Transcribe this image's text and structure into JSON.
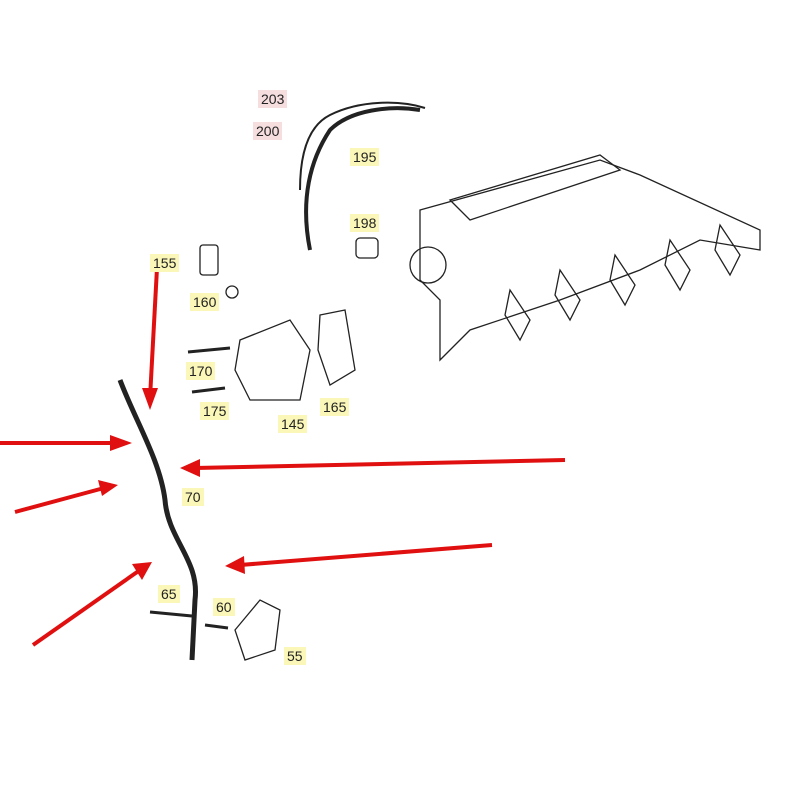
{
  "labels": {
    "l203": "203",
    "l200": "200",
    "l195": "195",
    "l198": "198",
    "l155": "155",
    "l160": "160",
    "l170": "170",
    "l175": "175",
    "l145": "145",
    "l165": "165",
    "l70": "70",
    "l65": "65",
    "l60": "60",
    "l55": "55"
  },
  "colors": {
    "arrow": "#e01010",
    "highlight": "#fbf7b8",
    "highlight_pink": "#f7dede"
  }
}
